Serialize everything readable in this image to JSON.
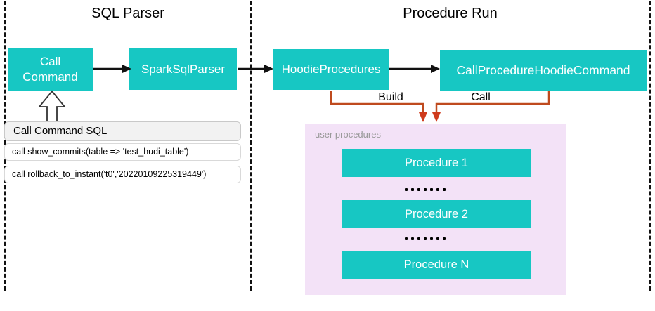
{
  "diagram": {
    "sections": {
      "left_title": "SQL Parser",
      "right_title": "Procedure Run"
    },
    "nodes": {
      "call_command_line1": "Call",
      "call_command_line2": "Command",
      "spark_sql_parser": "SparkSqlParser",
      "hoodie_procedures": "HoodieProcedures",
      "call_procedure_hoodie_command": "CallProcedureHoodieCommand"
    },
    "edge_labels": {
      "build": "Build",
      "call": "Call"
    },
    "sql_panel": {
      "header": "Call Command SQL",
      "statements": [
        "call show_commits(table => 'test_hudi_table')",
        "call rollback_to_instant('t0','20220109225319449')"
      ]
    },
    "user_procedures": {
      "label": "user procedures",
      "items": [
        "Procedure 1",
        "Procedure 2",
        "Procedure N"
      ]
    }
  },
  "colors": {
    "node_fill": "#17c7c3",
    "node_text": "#ffffff",
    "panel_fill": "#f3e2f7",
    "panel_label": "#999999",
    "orange": "#bf4a1e",
    "orange_head": "#cf3a1c",
    "ink": "#111111"
  }
}
